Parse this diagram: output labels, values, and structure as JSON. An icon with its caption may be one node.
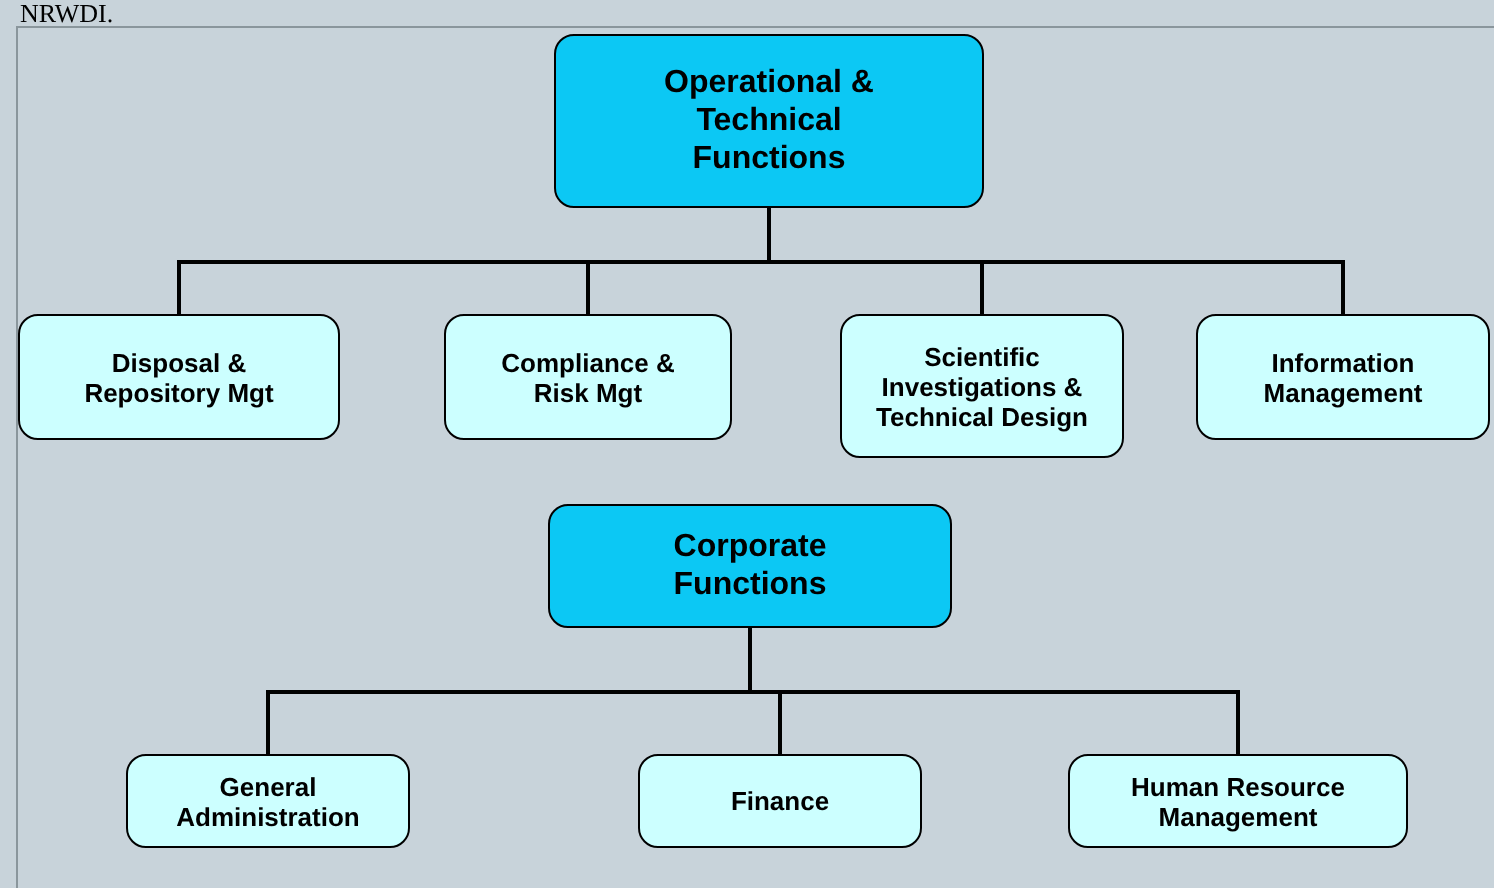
{
  "diagram": {
    "nodes": [
      {
        "text": [
          "Operational & Technical Functions"
        ]
      },
      {
        "text": [
          "Disposal & Repository Mgt"
        ]
      },
      {
        "text": [
          "Compliance & Risk Mgt"
        ]
      },
      {
        "text": [
          "Scientific Investigations & Technical Design"
        ]
      },
      {
        "text": [
          "Information Management"
        ]
      },
      {
        "text": [
          "Corporate Functions"
        ]
      },
      {
        "text": [
          "General Administration"
        ]
      },
      {
        "text": [
          "Finance"
        ]
      },
      {
        "text": [
          "Human Resource Management"
        ]
      }
    ],
    "edges": [
      {
        "from": 0,
        "to": 1,
        "arrow": "none"
      },
      {
        "from": 0,
        "to": 2,
        "arrow": "none"
      },
      {
        "from": 0,
        "to": 3,
        "arrow": "none"
      },
      {
        "from": 0,
        "to": 4,
        "arrow": "none"
      },
      {
        "from": 5,
        "to": 6,
        "arrow": "none"
      },
      {
        "from": 5,
        "to": 7,
        "arrow": "none"
      },
      {
        "from": 5,
        "to": 8,
        "arrow": "none"
      }
    ],
    "labels": [
      "NRWDI."
    ]
  }
}
